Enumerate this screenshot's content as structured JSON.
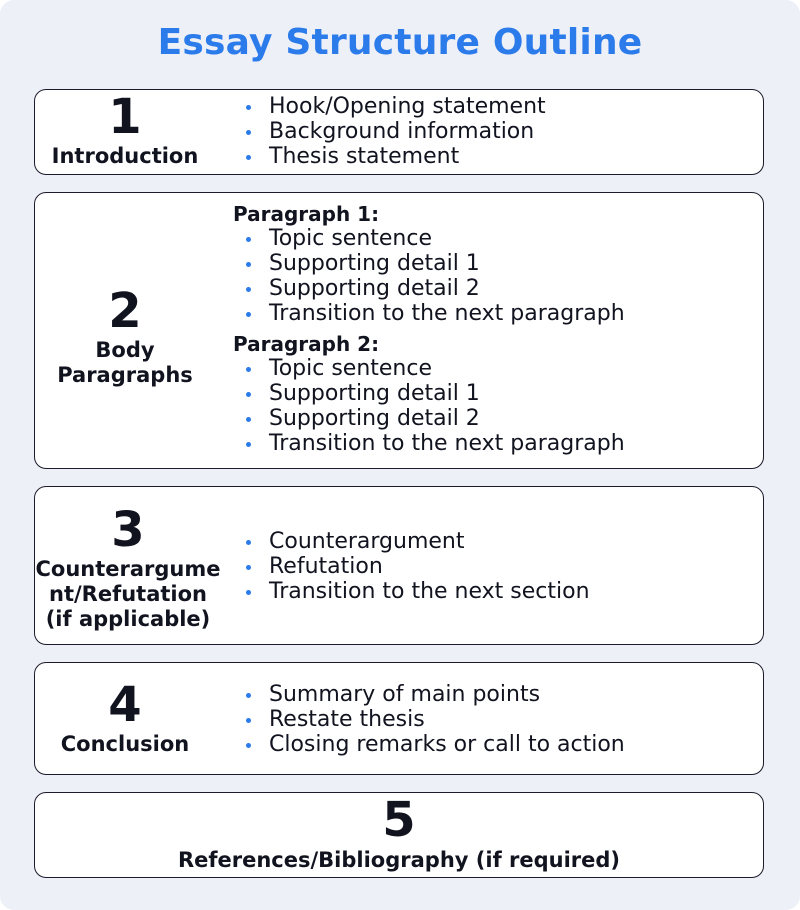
{
  "title": "Essay Structure Outline",
  "colors": {
    "accent": "#2b7bea",
    "text": "#11131f",
    "background": "#eef0f8",
    "border": "#1b1b2b"
  },
  "sections": [
    {
      "number": "1",
      "name": "Introduction",
      "items": [
        "Hook/Opening statement",
        "Background information",
        "Thesis statement"
      ]
    },
    {
      "number": "2",
      "name_lines": [
        "Body",
        "Paragraphs"
      ],
      "paragraphs": [
        {
          "heading": "Paragraph 1:",
          "items": [
            "Topic sentence",
            "Supporting detail 1",
            "Supporting detail 2",
            "Transition to the next paragraph"
          ]
        },
        {
          "heading": "Paragraph 2:",
          "items": [
            "Topic sentence",
            "Supporting detail 1",
            "Supporting detail 2",
            "Transition to the next paragraph"
          ]
        }
      ]
    },
    {
      "number": "3",
      "name_lines": [
        "Counterargume",
        "nt/Refutation",
        "(if applicable)"
      ],
      "items": [
        "Counterargument",
        "Refutation",
        "Transition to the next section"
      ]
    },
    {
      "number": "4",
      "name": "Conclusion",
      "items": [
        "Summary of main points",
        "Restate thesis",
        "Closing remarks or call to action"
      ]
    },
    {
      "number": "5",
      "name": "References/Bibliography (if required)"
    }
  ]
}
